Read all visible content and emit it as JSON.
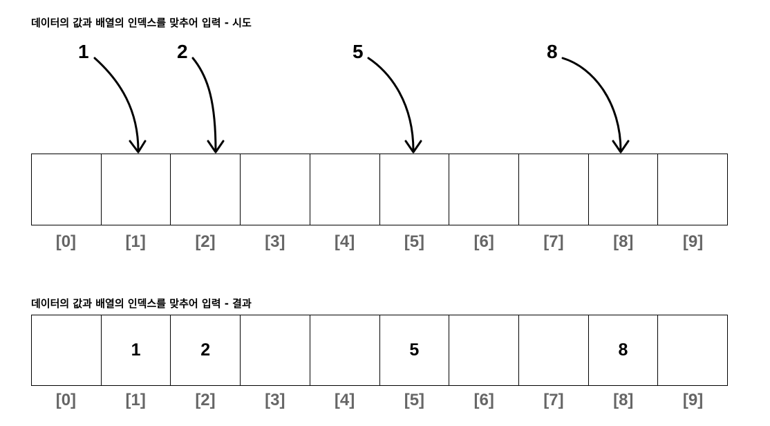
{
  "top_section": {
    "title": "데이터의 값과 배열의 인덱스를 맞추어 입력 - 시도",
    "cells": [
      "",
      "",
      "",
      "",
      "",
      "",
      "",
      "",
      "",
      ""
    ],
    "indices": [
      "[0]",
      "[1]",
      "[2]",
      "[3]",
      "[4]",
      "[5]",
      "[6]",
      "[7]",
      "[8]",
      "[9]"
    ],
    "arrows": [
      {
        "label": "1",
        "target_index": 1
      },
      {
        "label": "2",
        "target_index": 2
      },
      {
        "label": "5",
        "target_index": 5
      },
      {
        "label": "8",
        "target_index": 8
      }
    ]
  },
  "bottom_section": {
    "title": "데이터의 값과 배열의 인덱스를 맞추어 입력 - 결과",
    "cells": [
      "",
      "1",
      "2",
      "",
      "",
      "5",
      "",
      "",
      "8",
      ""
    ],
    "indices": [
      "[0]",
      "[1]",
      "[2]",
      "[3]",
      "[4]",
      "[5]",
      "[6]",
      "[7]",
      "[8]",
      "[9]"
    ]
  },
  "colors": {
    "index_label": "#666666",
    "stroke": "#000000"
  }
}
